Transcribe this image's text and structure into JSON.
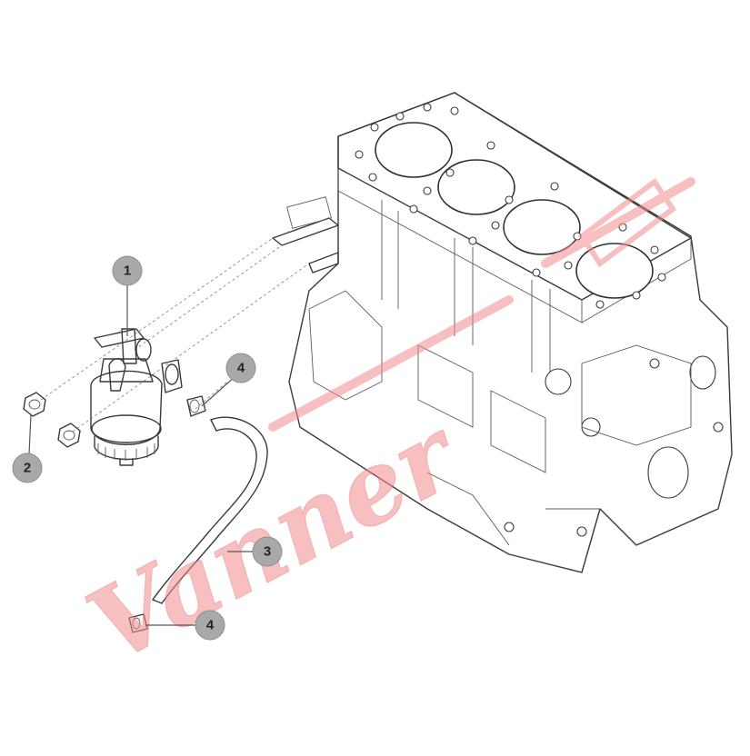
{
  "callouts": [
    {
      "id": "callout-1",
      "label": "1"
    },
    {
      "id": "callout-2",
      "label": "2"
    },
    {
      "id": "callout-3",
      "label": "3"
    },
    {
      "id": "callout-4a",
      "label": "4"
    },
    {
      "id": "callout-4b",
      "label": "4"
    }
  ],
  "watermark": {
    "text": "Vanner",
    "color": "#f08a8a"
  }
}
